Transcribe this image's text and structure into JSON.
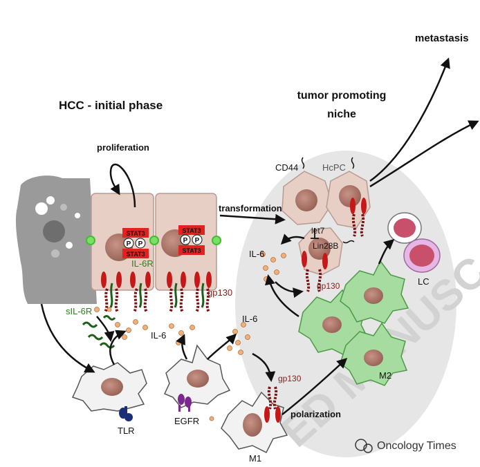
{
  "labels": {
    "metastasis": "metastasis",
    "hcc_initial": "HCC - initial phase",
    "tumor_niche_1": "tumor promoting",
    "tumor_niche_2": "niche",
    "proliferation": "proliferation",
    "transformation": "transformation",
    "cd44": "CD44",
    "hcpc": "HcPC",
    "let7": "let7",
    "lin28b": "Lin28B",
    "il6_a": "IL-6",
    "il6_b": "IL-6",
    "il6_c": "IL-6",
    "il6r": "IL-6R",
    "gp130_a": "gp130",
    "gp130_b": "gp130",
    "gp130_c": "gp130",
    "sil6r": "sIL-6R",
    "lc": "LC",
    "m2": "M2",
    "m1": "M1",
    "tlr": "TLR",
    "egfr": "EGFR",
    "polarization": "polarization",
    "stat3": "STAT3",
    "p": "P"
  },
  "watermark": {
    "text_1": "ED MANUSC",
    "source": "Oncology Times"
  },
  "colors": {
    "cell_fill": "#e8cfc6",
    "nucleus": "#b07a6e",
    "macrophage": "#a6dca0",
    "stat3_red": "#e0231e",
    "receptor_red": "#c61818",
    "il6_dot": "#f0b07a",
    "niche_gray": "#e6e6e6",
    "lc_pink": "#e6b6e6"
  }
}
